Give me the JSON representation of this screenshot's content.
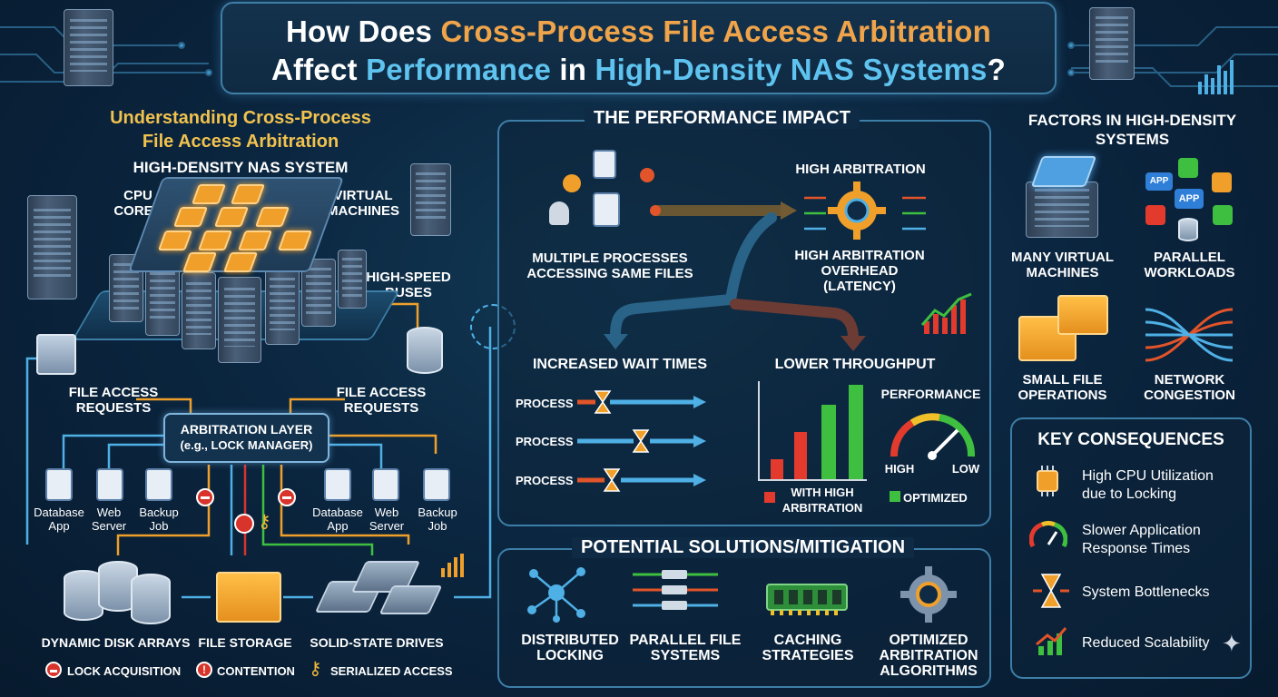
{
  "title": {
    "line1_a": "How Does ",
    "line1_b": "Cross-Process File Access Arbitration",
    "line2_a": "Affect ",
    "line2_b": "Performance",
    "line2_c": " in ",
    "line2_d": "High-Density NAS Systems",
    "line2_e": "?"
  },
  "left": {
    "heading_1": "Understanding Cross-Process",
    "heading_2": "File Access Arbitration",
    "system_label": "HIGH-DENSITY NAS SYSTEM",
    "cpu_1": "CPU",
    "cpu_2": "CORES",
    "vm_1": "VIRTUAL",
    "vm_2": "MACHINES",
    "bus_1": "HIGH-SPEED",
    "bus_2": "BUSES",
    "far_left_1": "FILE ACCESS",
    "far_left_2": "REQUESTS",
    "far_right_1": "FILE ACCESS",
    "far_right_2": "REQUESTS",
    "arb_1": "ARBITRATION LAYER",
    "arb_2": "(e.g., LOCK MANAGER)",
    "apps": [
      {
        "l1": "Database",
        "l2": "App"
      },
      {
        "l1": "Web",
        "l2": "Server"
      },
      {
        "l1": "Backup",
        "l2": "Job"
      },
      {
        "l1": "Database",
        "l2": "App"
      },
      {
        "l1": "Web",
        "l2": "Server"
      },
      {
        "l1": "Backup",
        "l2": "Job"
      }
    ],
    "storage": [
      "DYNAMIC DISK ARRAYS",
      "FILE STORAGE",
      "SOLID-STATE DRIVES"
    ],
    "legend": [
      "LOCK ACQUISITION",
      "CONTENTION",
      "SERIALIZED ACCESS"
    ]
  },
  "impact": {
    "title": "THE PERFORMANCE IMPACT",
    "multi_1": "MULTIPLE PROCESSES",
    "multi_2": "ACCESSING SAME FILES",
    "high_arb": "HIGH ARBITRATION",
    "overhead_1": "HIGH ARBITRATION",
    "overhead_2": "OVERHEAD",
    "overhead_3": "(LATENCY)",
    "wait_title": "INCREASED WAIT TIMES",
    "process_labels": [
      "PROCESS",
      "PROCESS",
      "PROCESS"
    ],
    "throughput_title": "LOWER THROUGHPUT",
    "performance": "PERFORMANCE",
    "gauge_high": "HIGH",
    "gauge_low": "LOW",
    "legend_red_1": "WITH HIGH",
    "legend_red_2": "ARBITRATION",
    "legend_green": "OPTIMIZED",
    "colors": {
      "red": "#e23b2e",
      "green": "#3fbf3f"
    }
  },
  "factors": {
    "title_1": "FACTORS IN HIGH-DENSITY",
    "title_2": "SYSTEMS",
    "items": [
      {
        "l1": "MANY VIRTUAL",
        "l2": "MACHINES"
      },
      {
        "l1": "PARALLEL",
        "l2": "WORKLOADS"
      },
      {
        "l1": "SMALL FILE",
        "l2": "OPERATIONS"
      },
      {
        "l1": "NETWORK",
        "l2": "CONGESTION"
      }
    ],
    "app_tag": "APP"
  },
  "consequences": {
    "title": "KEY CONSEQUENCES",
    "items": [
      {
        "l1": "High CPU Utilization",
        "l2": "due to Locking"
      },
      {
        "l1": "Slower Application",
        "l2": "Response Times"
      },
      {
        "l1": "System Bottlenecks",
        "l2": ""
      },
      {
        "l1": "Reduced Scalability",
        "l2": ""
      }
    ]
  },
  "solutions": {
    "title": "POTENTIAL SOLUTIONS/MITIGATION",
    "items": [
      {
        "l1": "DISTRIBUTED",
        "l2": "LOCKING",
        "l3": ""
      },
      {
        "l1": "PARALLEL FILE",
        "l2": "SYSTEMS",
        "l3": ""
      },
      {
        "l1": "CACHING",
        "l2": "STRATEGIES",
        "l3": ""
      },
      {
        "l1": "OPTIMIZED",
        "l2": "ARBITRATION",
        "l3": "ALGORITHMS"
      }
    ]
  }
}
